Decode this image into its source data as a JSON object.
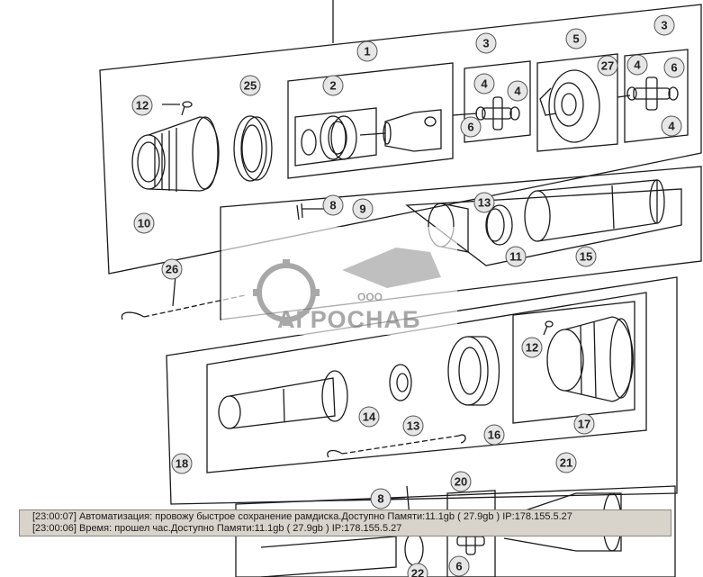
{
  "diagram": {
    "callouts": [
      "1",
      "2",
      "3",
      "3",
      "4",
      "4",
      "4",
      "4",
      "5",
      "6",
      "6",
      "6",
      "8",
      "8",
      "9",
      "10",
      "11",
      "12",
      "12",
      "13",
      "13",
      "14",
      "15",
      "16",
      "17",
      "18",
      "20",
      "21",
      "22",
      "25",
      "26",
      "27"
    ]
  },
  "watermark": {
    "company_prefix": "ООО",
    "company_name": "АГРОСНАБ"
  },
  "console": {
    "lines": [
      "[23:00:07]  Автоматизация: провожу быстрое сохранение рамдиска.Доступно Памяти:11.1gb  ( 27.9gb ) IP:178.155.5.27",
      "[23:00:06]  Время: прошел час.Доступно Памяти:11.1gb  ( 27.9gb ) IP:178.155.5.27"
    ]
  },
  "colors": {
    "line": "#1a1a1a",
    "console_bg": "#d8d4cc",
    "watermark": "#9a9a9a"
  }
}
